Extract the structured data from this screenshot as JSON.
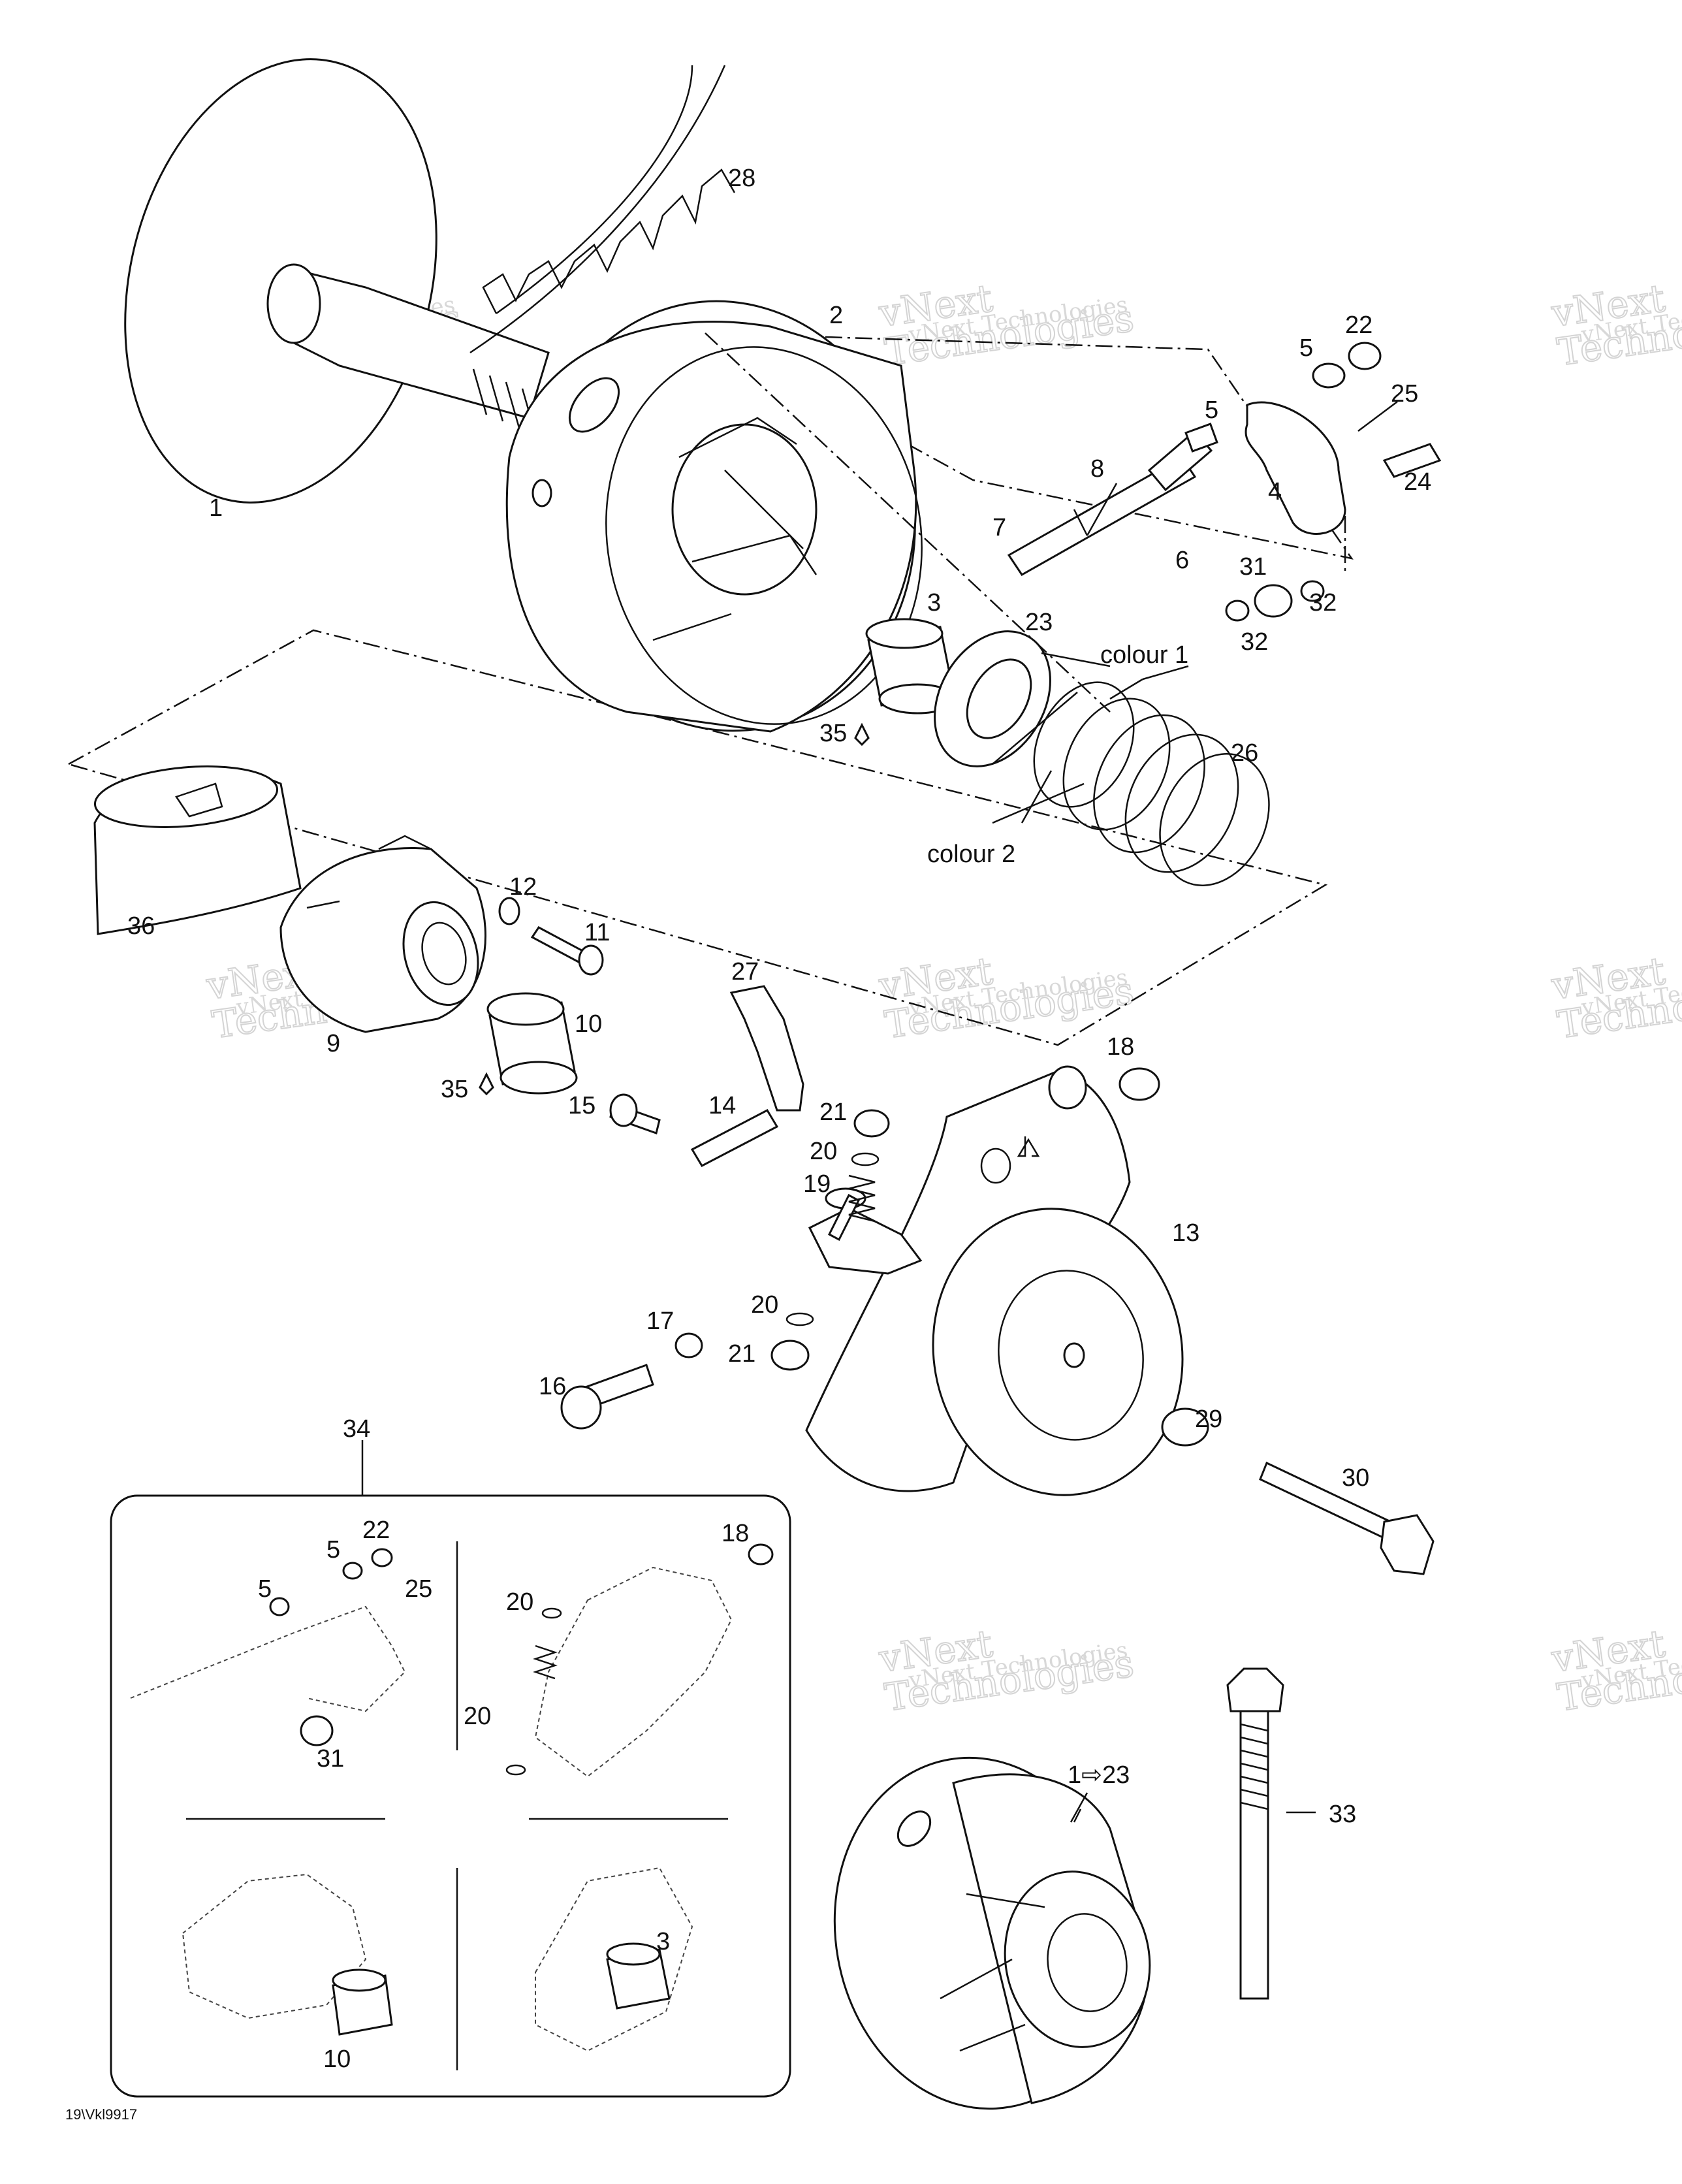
{
  "callouts": [
    {
      "id": "c1",
      "text": "1"
    },
    {
      "id": "c2",
      "text": "2"
    },
    {
      "id": "c3",
      "text": "3"
    },
    {
      "id": "c4",
      "text": "4"
    },
    {
      "id": "c5a",
      "text": "5"
    },
    {
      "id": "c5b",
      "text": "5"
    },
    {
      "id": "c6",
      "text": "6"
    },
    {
      "id": "c7",
      "text": "7"
    },
    {
      "id": "c8",
      "text": "8"
    },
    {
      "id": "c9",
      "text": "9"
    },
    {
      "id": "c10",
      "text": "10"
    },
    {
      "id": "c11",
      "text": "11"
    },
    {
      "id": "c12",
      "text": "12"
    },
    {
      "id": "c13",
      "text": "13"
    },
    {
      "id": "c14",
      "text": "14"
    },
    {
      "id": "c15",
      "text": "15"
    },
    {
      "id": "c16",
      "text": "16"
    },
    {
      "id": "c17",
      "text": "17"
    },
    {
      "id": "c18",
      "text": "18"
    },
    {
      "id": "c19",
      "text": "19"
    },
    {
      "id": "c20a",
      "text": "20"
    },
    {
      "id": "c20b",
      "text": "20"
    },
    {
      "id": "c21a",
      "text": "21"
    },
    {
      "id": "c21b",
      "text": "21"
    },
    {
      "id": "c22",
      "text": "22"
    },
    {
      "id": "c23",
      "text": "23"
    },
    {
      "id": "c24",
      "text": "24"
    },
    {
      "id": "c25",
      "text": "25"
    },
    {
      "id": "c26",
      "text": "26"
    },
    {
      "id": "c27",
      "text": "27"
    },
    {
      "id": "c28",
      "text": "28"
    },
    {
      "id": "c29",
      "text": "29"
    },
    {
      "id": "c30",
      "text": "30"
    },
    {
      "id": "c31",
      "text": "31"
    },
    {
      "id": "c32a",
      "text": "32"
    },
    {
      "id": "c32b",
      "text": "32"
    },
    {
      "id": "c33",
      "text": "33"
    },
    {
      "id": "c34",
      "text": "34"
    },
    {
      "id": "c35a",
      "text": "35"
    },
    {
      "id": "c35b",
      "text": "35"
    },
    {
      "id": "c36",
      "text": "36"
    },
    {
      "id": "colour1",
      "text": "colour 1"
    },
    {
      "id": "colour2",
      "text": "colour 2"
    },
    {
      "id": "assy",
      "text": "1⇨23"
    }
  ],
  "inset": [
    {
      "id": "i22",
      "text": "22"
    },
    {
      "id": "i5a",
      "text": "5"
    },
    {
      "id": "i5b",
      "text": "5"
    },
    {
      "id": "i25",
      "text": "25"
    },
    {
      "id": "i31",
      "text": "31"
    },
    {
      "id": "i18",
      "text": "18"
    },
    {
      "id": "i20a",
      "text": "20"
    },
    {
      "id": "i20b",
      "text": "20"
    },
    {
      "id": "i10",
      "text": "10"
    },
    {
      "id": "i3",
      "text": "3"
    }
  ],
  "watermark": {
    "line1": "vNext Technologies",
    "line2": "vNext",
    "line3": "Technologies"
  },
  "drawing_code": "19\\Vkl9917"
}
